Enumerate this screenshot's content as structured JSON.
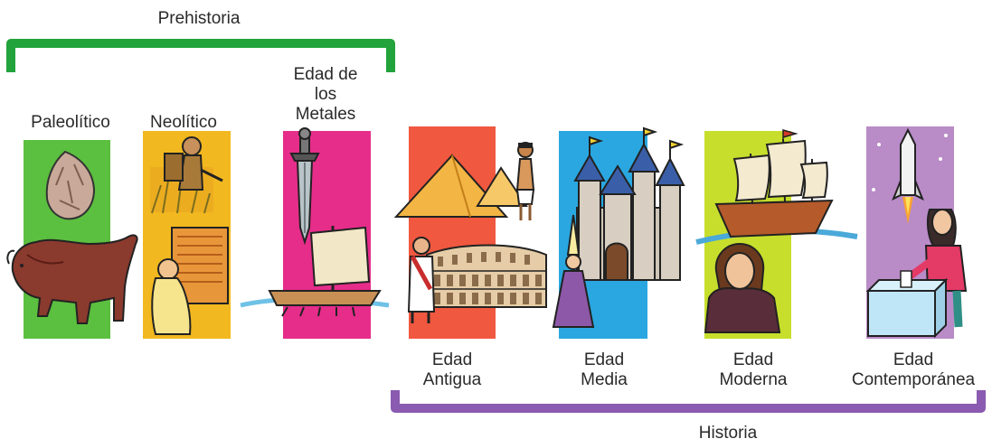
{
  "title": "",
  "groups": {
    "prehistoria": {
      "label": "Prehistoria",
      "color": "#22a33b"
    },
    "historia": {
      "label": "Historia",
      "color": "#8a5bb0"
    }
  },
  "periods": [
    {
      "id": "paleolitico",
      "label": "Paleolítico",
      "color": "#5bbf3f",
      "icons": [
        "hand-axe-icon",
        "bison-icon"
      ]
    },
    {
      "id": "neolitico",
      "label": "Neolítico",
      "color": "#f2b81f",
      "icons": [
        "farmer-icon",
        "weaving-woman-icon"
      ]
    },
    {
      "id": "metales",
      "label_lines": [
        "Edad de",
        "los",
        "Metales"
      ],
      "color": "#e62d8a",
      "icons": [
        "sword-icon",
        "sailboat-icon"
      ]
    },
    {
      "id": "antigua",
      "label_lines": [
        "Edad",
        "Antigua"
      ],
      "color": "#f0583f",
      "icons": [
        "pyramids-icon",
        "egyptian-figure-icon",
        "colosseum-icon",
        "roman-figure-icon"
      ]
    },
    {
      "id": "media",
      "label_lines": [
        "Edad",
        "Media"
      ],
      "color": "#2aa7e0",
      "icons": [
        "castle-icon",
        "lady-figure-icon"
      ]
    },
    {
      "id": "moderna",
      "label_lines": [
        "Edad",
        "Moderna"
      ],
      "color": "#c7df2c",
      "icons": [
        "galleon-icon",
        "explorer-portrait-icon"
      ]
    },
    {
      "id": "contemporanea",
      "label_lines": [
        "Edad",
        "Contemporánea"
      ],
      "color": "#b98bc7",
      "icons": [
        "rocket-icon",
        "voter-icon",
        "ballot-box-icon"
      ]
    }
  ]
}
